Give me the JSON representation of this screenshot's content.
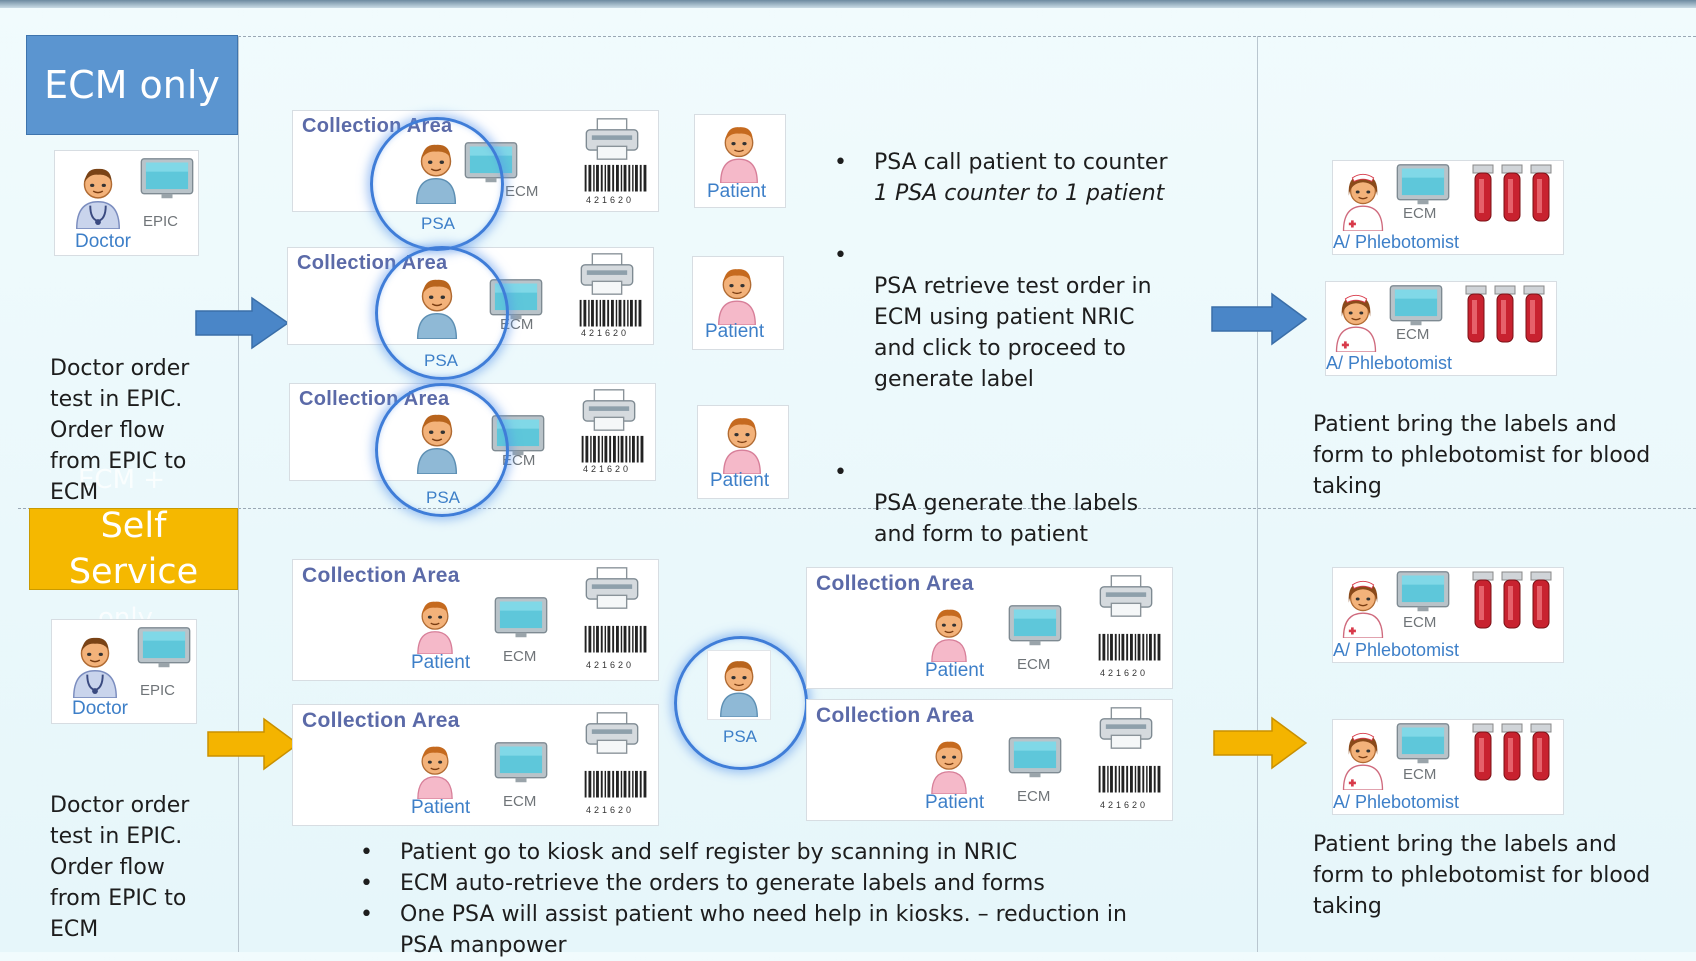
{
  "sections": {
    "top_header": "ECM only",
    "bottom_header": "Self\nService",
    "overlap_top": "ECM +",
    "overlap_bottom": "only"
  },
  "labels": {
    "collection_area": "Collection Area",
    "psa": "PSA",
    "patient": "Patient",
    "ecm": "ECM",
    "epic": "EPIC",
    "doctor": "Doctor",
    "phlebotomist": "A/ Phlebotomist",
    "barcode_number": "421620"
  },
  "top": {
    "doctor_text": "Doctor order\n test in EPIC.\nOrder flow\nfrom EPIC to\nECM",
    "steps": [
      {
        "main": "PSA call patient to counter",
        "sub": "1 PSA counter to 1 patient"
      },
      {
        "main": "PSA retrieve test order in\nECM using patient NRIC\nand click to proceed to\ngenerate label",
        "sub": ""
      },
      {
        "main": "PSA generate the labels\nand form to patient",
        "sub": ""
      }
    ],
    "result_text": "Patient bring the labels and\nform to phlebotomist for blood\ntaking"
  },
  "bottom": {
    "doctor_text": "Doctor order\n test in EPIC.\nOrder flow\nfrom EPIC to\nECM",
    "steps": [
      "Patient go to kiosk and self register by scanning in NRIC",
      "ECM auto-retrieve the orders to generate labels and forms",
      "One PSA will assist patient who need help in kiosks. – reduction in\nPSA manpower"
    ],
    "result_text": "Patient bring the labels and\nform to phlebotomist for blood\ntaking"
  },
  "colors": {
    "header_blue": "#5b95d0",
    "header_yellow": "#f5b800",
    "arrow_blue": "#4a86c8",
    "arrow_yellow": "#f4b400",
    "psa_ring": "#3f7dd8",
    "label_blue": "#3d7fc8",
    "caption_purple": "#5b6aa8"
  }
}
